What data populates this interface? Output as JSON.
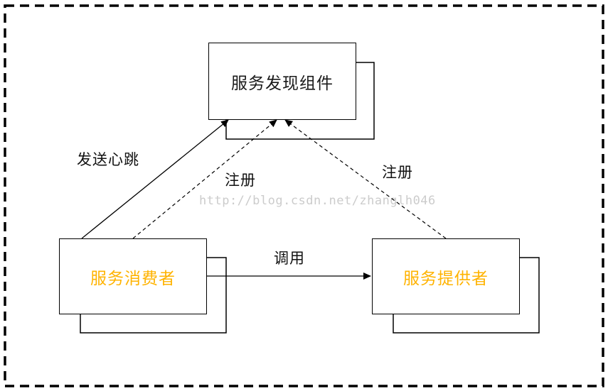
{
  "diagram": {
    "type": "architecture-diagram",
    "nodes": {
      "discovery": {
        "label": "服务发现组件",
        "text_color": "#1A1A1A"
      },
      "consumer": {
        "label": "服务消费者",
        "text_color": "#FFB300"
      },
      "provider": {
        "label": "服务提供者",
        "text_color": "#FFB300"
      }
    },
    "edges": {
      "heartbeat": {
        "label": "发送心跳",
        "from": "consumer",
        "to": "discovery",
        "style": "solid",
        "arrow": "end"
      },
      "register_consumer": {
        "label": "注册",
        "from": "consumer",
        "to": "discovery",
        "style": "dashed",
        "arrow": "end"
      },
      "register_provider": {
        "label": "注册",
        "from": "provider",
        "to": "discovery",
        "style": "dashed",
        "arrow": "end"
      },
      "invoke": {
        "label": "调用",
        "from": "consumer",
        "to": "provider",
        "style": "solid",
        "arrow": "end"
      }
    },
    "watermark": {
      "text": "http://blog.csdn.net/zhanglh046"
    },
    "colors": {
      "background": "#FFFFFF",
      "line": "#000000",
      "outer_border": "#000000",
      "accent_text": "#FFB300",
      "node_text": "#1A1A1A",
      "watermark_text": "#CCCCCC"
    }
  }
}
